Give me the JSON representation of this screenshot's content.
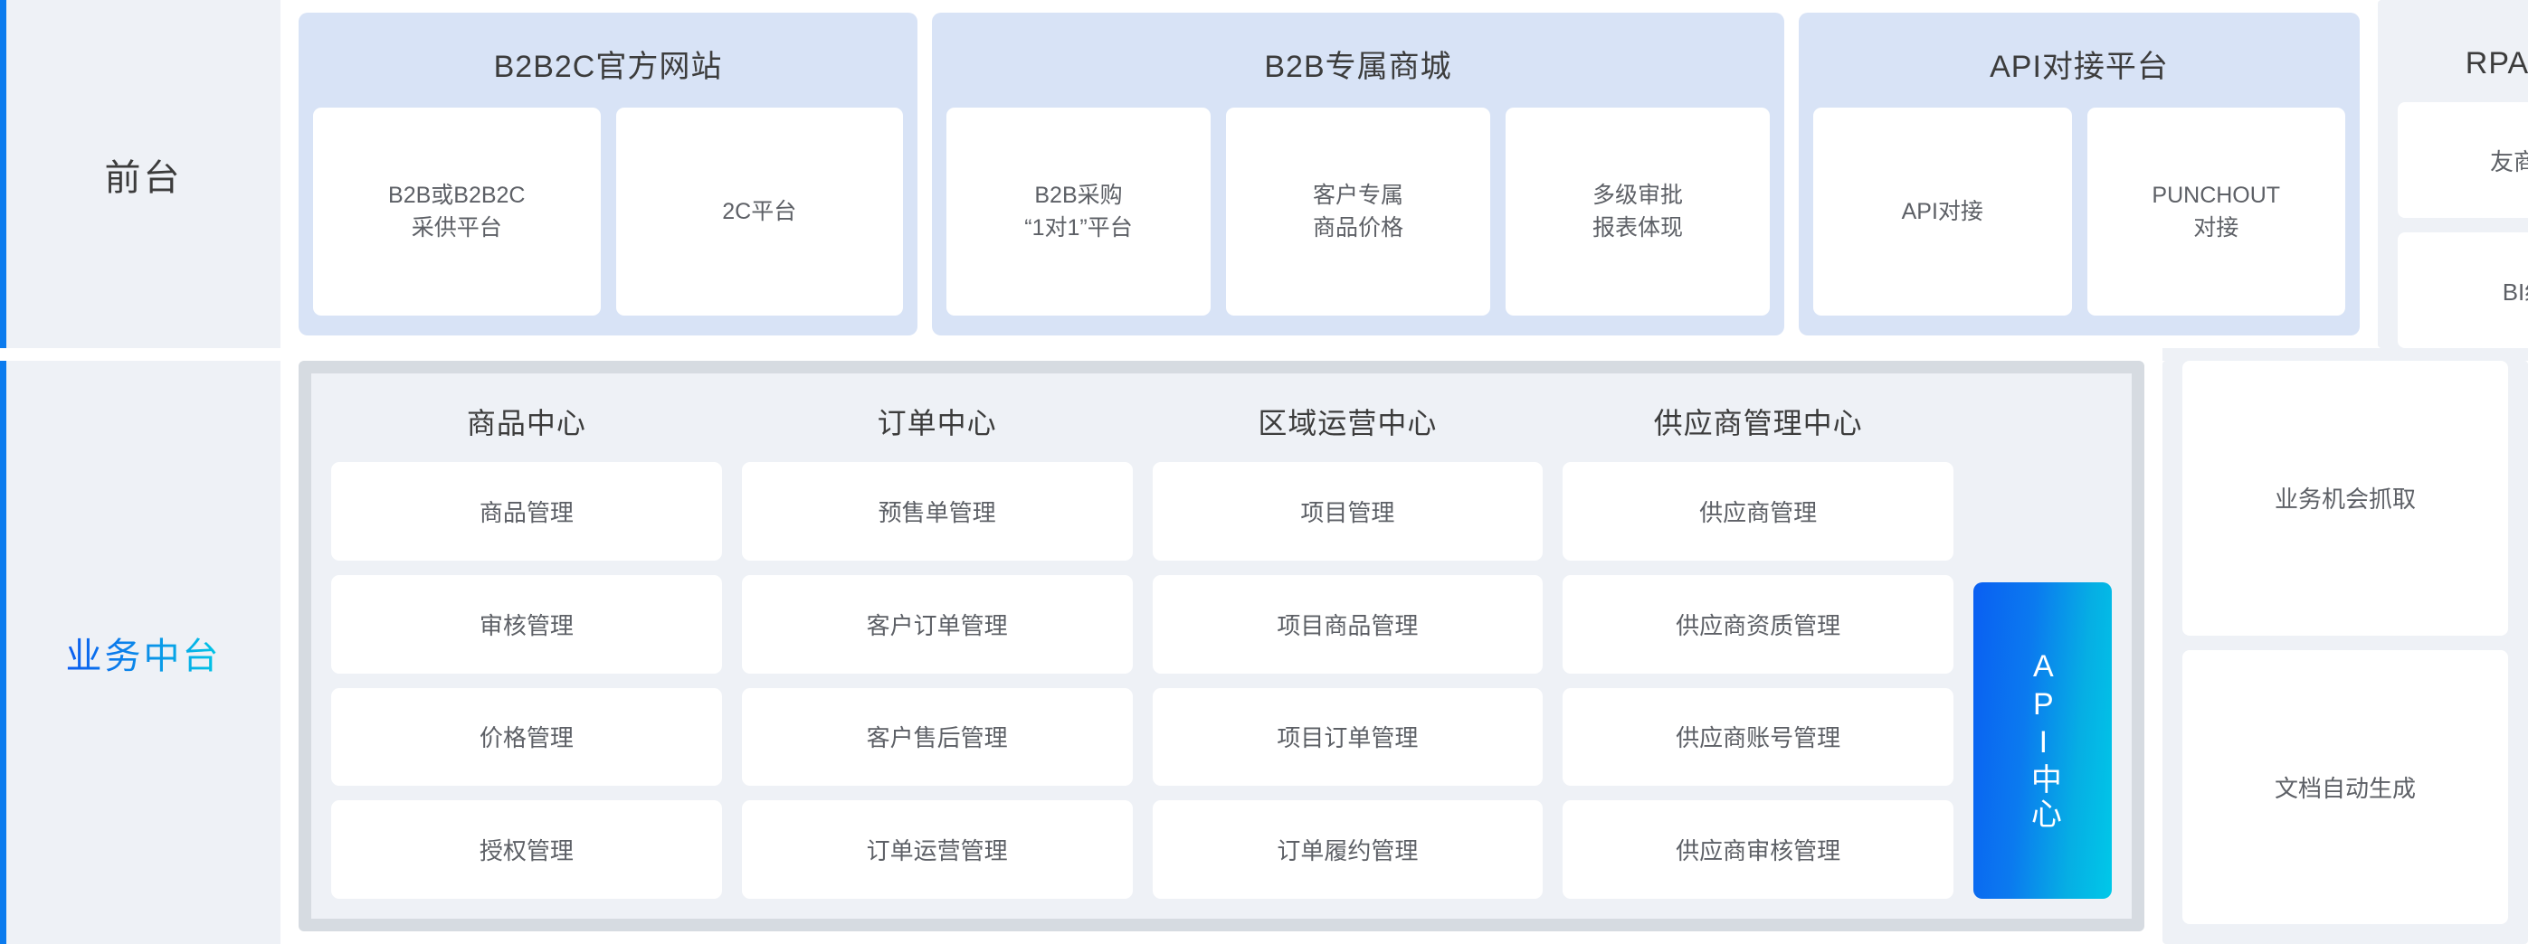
{
  "rails": [
    {
      "label": "前台",
      "accent_color": "#0b7bee",
      "gradient": false
    },
    {
      "label": "业务中台",
      "accent_color": "#0b7bee",
      "gradient": true,
      "gradient_from": "#0b5cf0",
      "gradient_to": "#00c8e6"
    }
  ],
  "front_stage": {
    "panels": [
      {
        "title": "B2B2C官方网站",
        "cards": [
          "B2B或B2B2C\n采供平台",
          "2C平台"
        ]
      },
      {
        "title": "B2B专属商城",
        "cards": [
          "B2B采购\n“1对1”平台",
          "客户专属\n商品价格",
          "多级审批\n报表体现"
        ]
      },
      {
        "title": "API对接平台",
        "cards": [
          "API对接",
          "PUNCHOUT\n对接"
        ]
      }
    ]
  },
  "rpa": {
    "title": "RPA支撑系统",
    "cards": [
      "友商数据获取",
      "BI统计分析",
      "业务机会抓取",
      "文档自动生成"
    ]
  },
  "middle_platform": {
    "columns": [
      {
        "title": "商品中心",
        "items": [
          "商品管理",
          "审核管理",
          "价格管理",
          "授权管理"
        ]
      },
      {
        "title": "订单中心",
        "items": [
          "预售单管理",
          "客户订单管理",
          "客户售后管理",
          "订单运营管理"
        ]
      },
      {
        "title": "区域运营中心",
        "items": [
          "项目管理",
          "项目商品管理",
          "项目订单管理",
          "订单履约管理"
        ]
      },
      {
        "title": "供应商管理中心",
        "items": [
          "供应商管理",
          "供应商资质管理",
          "供应商账号管理",
          "供应商审核管理"
        ]
      }
    ],
    "api_center": {
      "label": "API中心",
      "gradient_from": "#0a5ff2",
      "gradient_to": "#00c8e8"
    }
  },
  "colors": {
    "panel_blue": "#d8e3f6",
    "rail_bg": "#eef1f6",
    "card_white": "#ffffff",
    "mid_border": "#d6dbe1",
    "text_dark": "#3c3c3c",
    "text_card": "#5d6066"
  }
}
